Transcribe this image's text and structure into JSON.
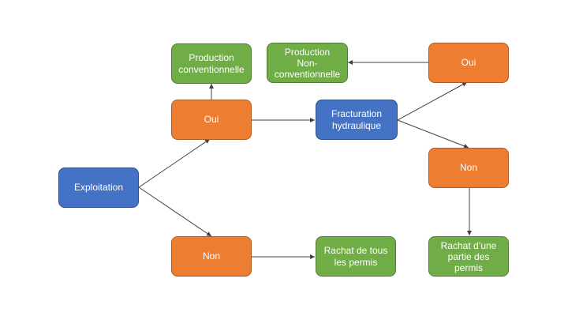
{
  "diagram": {
    "nodes": {
      "exploitation": {
        "label": "Exploitation",
        "color": "#4472c4"
      },
      "oui_left": {
        "label": "Oui",
        "color": "#ed7d31"
      },
      "non_left": {
        "label": "Non",
        "color": "#ed7d31"
      },
      "prod_conv": {
        "label": "Production\nconventionnelle",
        "color": "#70ad47"
      },
      "fracturation": {
        "label": "Fracturation\nhydraulique",
        "color": "#4472c4"
      },
      "rachat_tous": {
        "label": "Rachat de tous\nles permis",
        "color": "#70ad47"
      },
      "oui_right": {
        "label": "Oui",
        "color": "#ed7d31"
      },
      "non_right": {
        "label": "Non",
        "color": "#ed7d31"
      },
      "prod_nonconv": {
        "label": "Production\nNon-\nconventionnelle",
        "color": "#70ad47"
      },
      "rachat_partie": {
        "label": "Rachat d’une\npartie des\npermis",
        "color": "#70ad47"
      }
    },
    "edges": [
      {
        "from": "exploitation",
        "to": "oui_left"
      },
      {
        "from": "exploitation",
        "to": "non_left"
      },
      {
        "from": "oui_left",
        "to": "prod_conv"
      },
      {
        "from": "oui_left",
        "to": "fracturation"
      },
      {
        "from": "non_left",
        "to": "rachat_tous"
      },
      {
        "from": "fracturation",
        "to": "oui_right"
      },
      {
        "from": "fracturation",
        "to": "non_right"
      },
      {
        "from": "oui_right",
        "to": "prod_nonconv"
      },
      {
        "from": "non_right",
        "to": "rachat_partie"
      }
    ]
  }
}
